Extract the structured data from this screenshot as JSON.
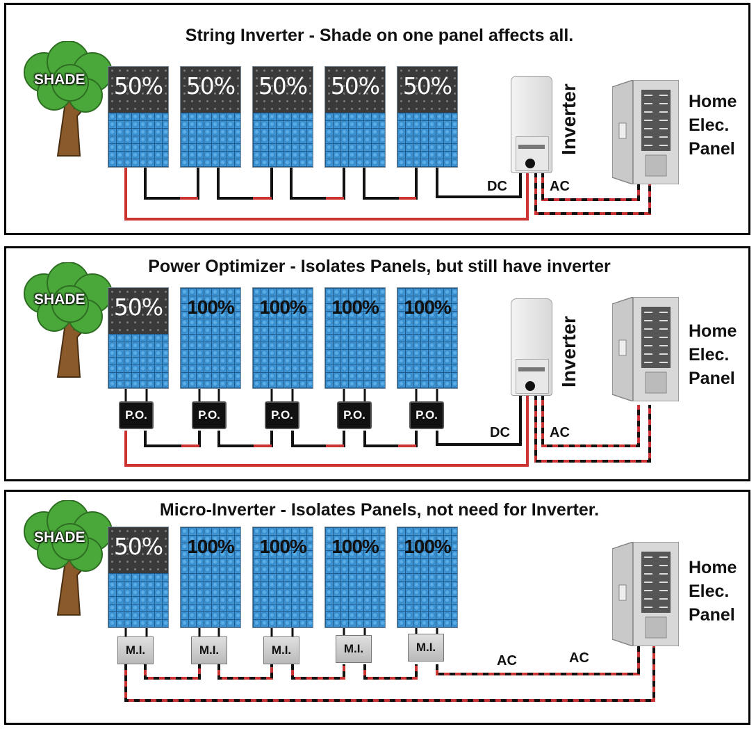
{
  "colors": {
    "wire_pos": "#cc3333",
    "wire_neg": "#111111",
    "panel_blue": "#3f96d6",
    "tree_green": "#4aa83a"
  },
  "shade_label": "SHADE",
  "inverter_label": "Inverter",
  "home_panel": {
    "line1": "Home",
    "line2": "Elec.",
    "line3": "Panel"
  },
  "dc_label": "DC",
  "ac_label": "AC",
  "sections": [
    {
      "title": "String Inverter - Shade on one panel affects all.",
      "panels": [
        "50%",
        "50%",
        "50%",
        "50%",
        "50%"
      ]
    },
    {
      "title": "Power Optimizer - Isolates Panels, but still have inverter",
      "panels": [
        "50%",
        "100%",
        "100%",
        "100%",
        "100%"
      ],
      "device_label": "P.O."
    },
    {
      "title": "Micro-Inverter - Isolates Panels, not need for Inverter.",
      "panels": [
        "50%",
        "100%",
        "100%",
        "100%",
        "100%"
      ],
      "device_label": "M.I."
    }
  ]
}
